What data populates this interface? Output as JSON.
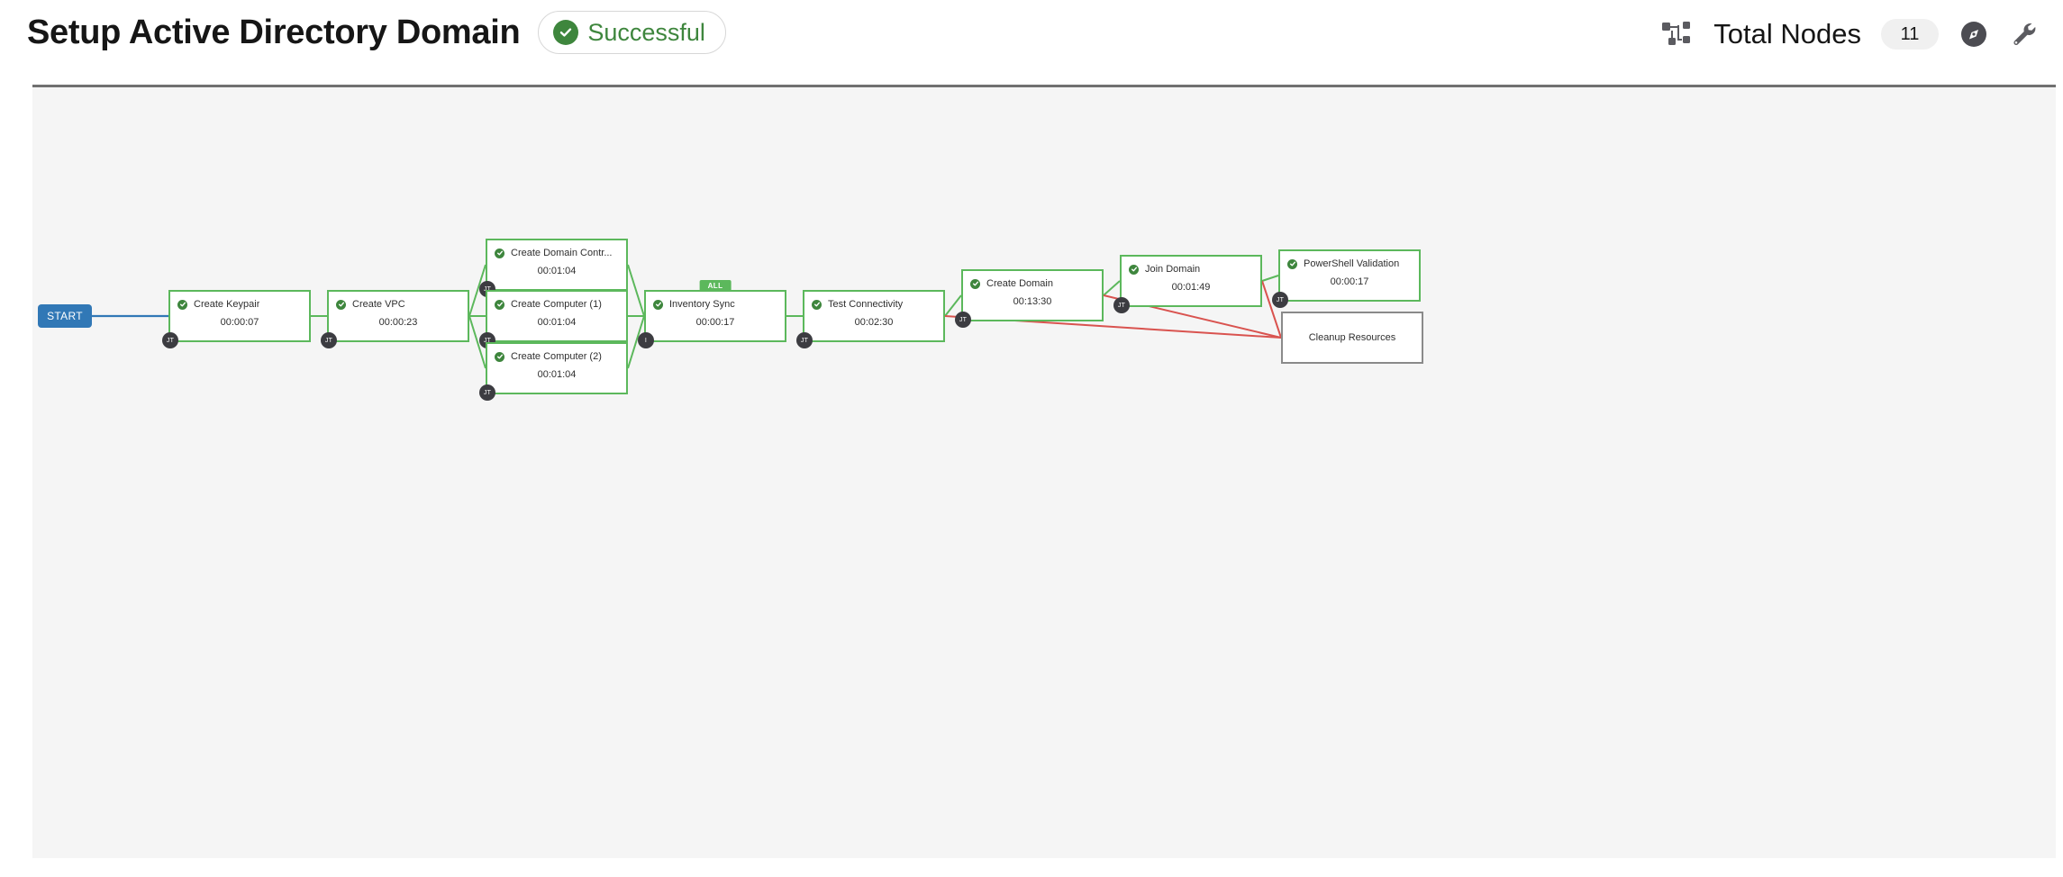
{
  "header": {
    "title": "Setup Active Directory Domain",
    "status": {
      "label": "Successful",
      "icon": "check-circle-icon",
      "color": "#3e863d"
    },
    "total_nodes_label": "Total Nodes",
    "total_nodes_count": "11",
    "icons": [
      "topology-icon",
      "compass-icon",
      "wrench-icon"
    ]
  },
  "canvas": {
    "background": "#f5f5f5",
    "start": {
      "label": "START",
      "color": "#3178b6"
    },
    "edge_colors": {
      "start": "#3178b6",
      "success": "#5cb85c",
      "failure": "#d9534f"
    },
    "nodes": [
      {
        "id": "create-keypair",
        "title": "Create Keypair",
        "elapsed": "00:00:07",
        "status": "successful",
        "badge": "JT"
      },
      {
        "id": "create-vpc",
        "title": "Create VPC",
        "elapsed": "00:00:23",
        "status": "successful",
        "badge": "JT"
      },
      {
        "id": "create-domain-controller",
        "title": "Create Domain Contr...",
        "elapsed": "00:01:04",
        "status": "successful",
        "badge": "JT"
      },
      {
        "id": "create-computer-1",
        "title": "Create Computer (1)",
        "elapsed": "00:01:04",
        "status": "successful",
        "badge": "JT"
      },
      {
        "id": "create-computer-2",
        "title": "Create Computer (2)",
        "elapsed": "00:01:04",
        "status": "successful",
        "badge": "JT"
      },
      {
        "id": "inventory-sync",
        "title": "Inventory Sync",
        "elapsed": "00:00:17",
        "status": "successful",
        "badge": "I",
        "convergence": "ALL"
      },
      {
        "id": "test-connectivity",
        "title": "Test Connectivity",
        "elapsed": "00:02:30",
        "status": "successful",
        "badge": "JT"
      },
      {
        "id": "create-domain",
        "title": "Create Domain",
        "elapsed": "00:13:30",
        "status": "successful",
        "badge": "JT"
      },
      {
        "id": "join-domain",
        "title": "Join Domain",
        "elapsed": "00:01:49",
        "status": "successful",
        "badge": "JT"
      },
      {
        "id": "powershell-validation",
        "title": "PowerShell Validation",
        "elapsed": "00:00:17",
        "status": "successful",
        "badge": "JT"
      },
      {
        "id": "cleanup-resources",
        "title": "Cleanup Resources",
        "elapsed": "",
        "status": "pending",
        "badge": ""
      }
    ]
  }
}
